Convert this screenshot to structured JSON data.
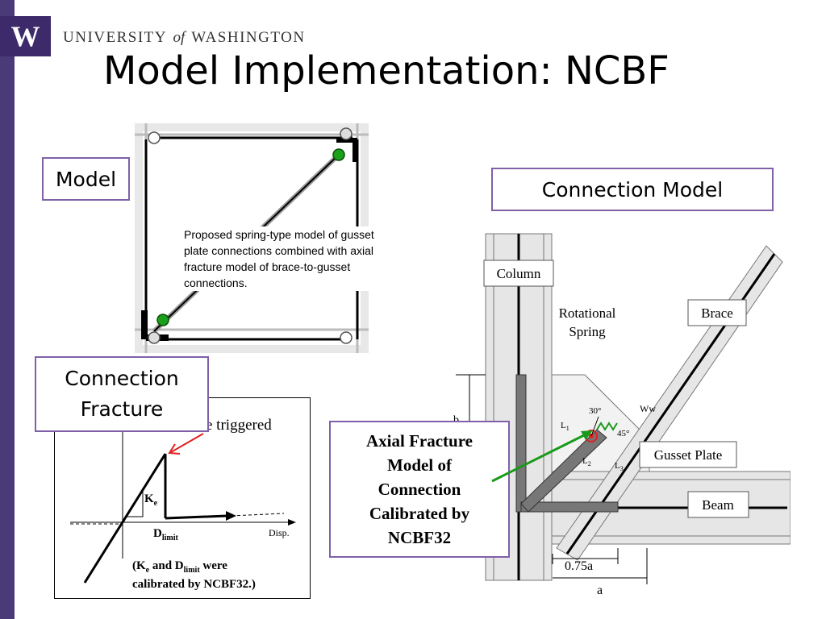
{
  "header": {
    "logo_letter": "W",
    "wordmark_before": "UNIVERSITY",
    "wordmark_of": "of",
    "wordmark_after": "WASHINGTON",
    "brand_color": "#4b3a78"
  },
  "slide": {
    "title": "Model Implementation: NCBF"
  },
  "labels": {
    "model": "Model",
    "connection_model": "Connection Model",
    "connection_fracture_line1": "Connection",
    "connection_fracture_line2": "Fracture"
  },
  "frame_figure": {
    "caption": "Proposed spring-type model of gusset plate connections combined with axial fracture model of brace-to-gusset connections."
  },
  "graph_figure": {
    "triggered_text": "e triggered",
    "ke_main": "K",
    "ke_sub": "e",
    "dlimit_main": "D",
    "dlimit_sub": "limit",
    "disp_label": "Disp.",
    "note_open": "(K",
    "note_ke_sub": "e",
    "note_and": " and D",
    "note_dlimit_sub": "limit",
    "note_were": " were",
    "note_line2": "calibrated by NCBF32.)"
  },
  "connection_figure": {
    "column": "Column",
    "brace": "Brace",
    "rotational": "Rotational",
    "spring": "Spring",
    "gusset_plate": "Gusset Plate",
    "beam": "Beam",
    "ww": "Ww",
    "angle30": "30°",
    "angle45": "45°",
    "l1": "L",
    "l1_sub": "1",
    "l2": "L",
    "l2_sub": "2",
    "l3": "L",
    "l3_sub": "3",
    "b": "b",
    "dim_075a": "0.75a",
    "dim_a": "a"
  },
  "axial_box": {
    "line1": "Axial Fracture",
    "line2": "Model of",
    "line3": "Connection",
    "line4": "Calibrated by",
    "line5": "NCBF32"
  },
  "colors": {
    "accent_border": "#8060a8",
    "spring_green": "#1a9a1a",
    "arrow_red": "#e02020",
    "node_green": "#1aa01a"
  }
}
